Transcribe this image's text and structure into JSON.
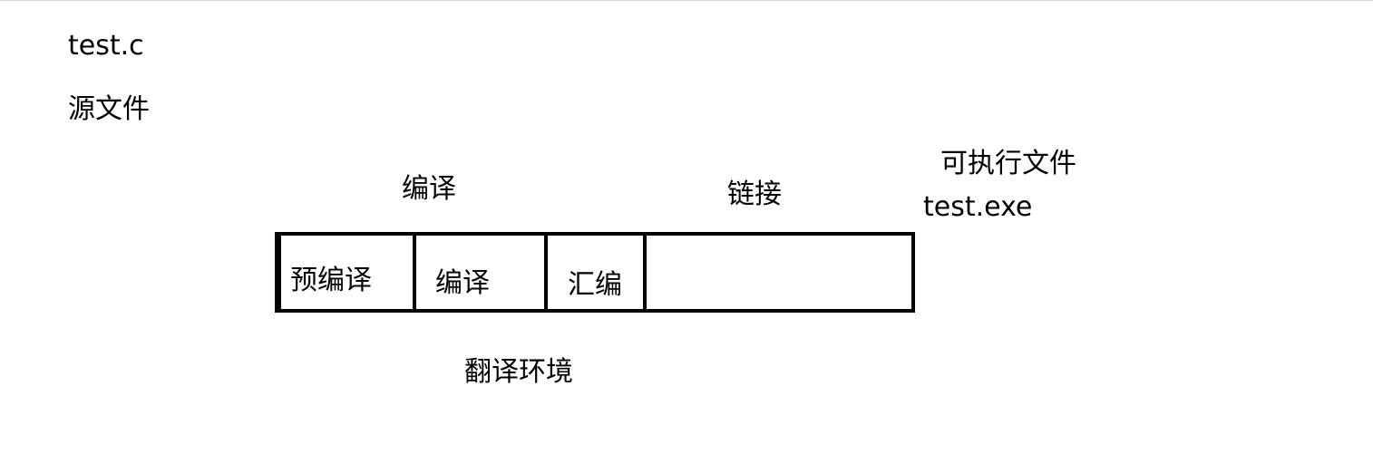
{
  "source": {
    "filename": "test.c",
    "caption": "源文件"
  },
  "stages": {
    "compile_label": "编译",
    "link_label": "链接"
  },
  "executable": {
    "caption": "可执行文件",
    "filename": "test.exe"
  },
  "pipeline": {
    "cells": [
      {
        "label": "预编译"
      },
      {
        "label": "编译"
      },
      {
        "label": "汇编"
      },
      {
        "label": ""
      }
    ]
  },
  "environment": {
    "caption": "翻译环境"
  }
}
